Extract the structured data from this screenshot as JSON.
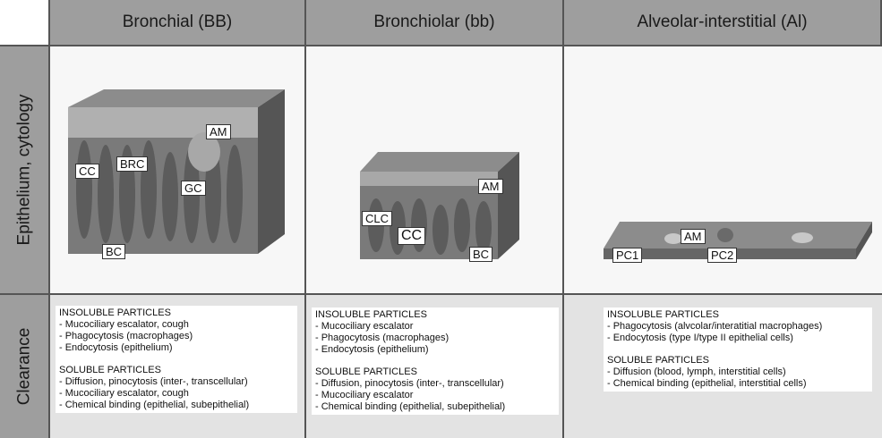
{
  "columns": [
    "Bronchial (BB)",
    "Bronchiolar (bb)",
    "Alveolar-interstitial (Al)"
  ],
  "rows": [
    "Epithelium, cytology",
    "Clearance"
  ],
  "labels": {
    "bb_panel": [
      "AM",
      "CC",
      "BRC",
      "GC",
      "BC"
    ],
    "bbl_panel": [
      "AM",
      "CLC",
      "CC",
      "BC"
    ],
    "al_panel": [
      "AM",
      "PC1",
      "PC2"
    ]
  },
  "clearance": [
    {
      "insoluble_title": "INSOLUBLE PARTICLES",
      "insoluble": [
        "- Mucociliary escalator, cough",
        "- Phagocytosis (macrophages)",
        "- Endocytosis (epithelium)"
      ],
      "soluble_title": "SOLUBLE PARTICLES",
      "soluble": [
        "- Diffusion, pinocytosis (inter-, transcellular)",
        "- Mucociliary escalator, cough",
        "- Chemical binding (epithelial, subepithelial)"
      ]
    },
    {
      "insoluble_title": "INSOLUBLE PARTICLES",
      "insoluble": [
        "- Mucociliary escalator",
        "- Phagocytosis (macrophages)",
        "- Endocytosis (epithelium)"
      ],
      "soluble_title": "SOLUBLE PARTICLES",
      "soluble": [
        "- Diffusion, pinocytosis (inter-, transcellular)",
        "- Mucociliary escalator",
        "- Chemical binding (epithelial, subepithelial)"
      ]
    },
    {
      "insoluble_title": "INSOLUBLE PARTICLES",
      "insoluble": [
        "- Phagocytosis (alvcolar/interatitial macrophages)",
        "- Endocytosis (type I/type II epithelial cells)"
      ],
      "soluble_title": "SOLUBLE PARTICLES",
      "soluble": [
        "- Diffusion (blood, lymph, interstitial cells)",
        "- Chemical binding (epithelial, interstitial cells)"
      ]
    }
  ],
  "colors": {
    "header": "#9e9e9e",
    "tissue": "#8a8a8a",
    "surface": "#9a9a9a"
  }
}
